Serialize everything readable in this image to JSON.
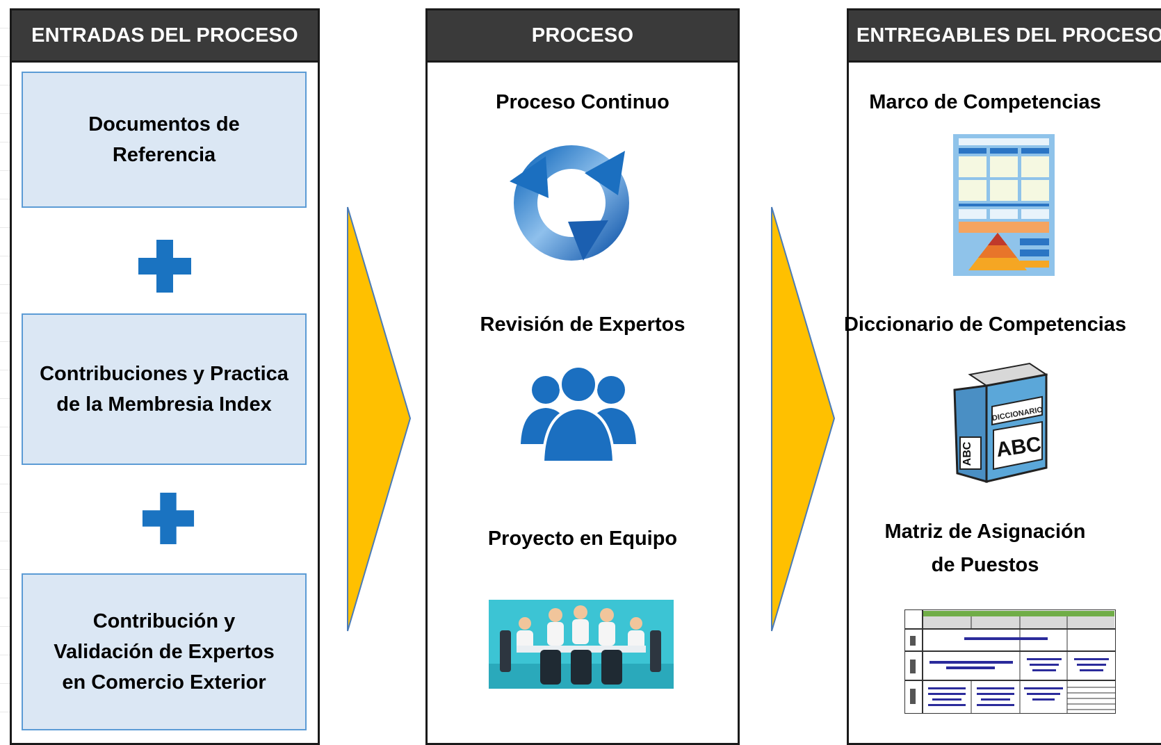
{
  "inputs": {
    "header": "ENTRADAS DEL PROCESO",
    "items": [
      {
        "line1": "Documentos de",
        "line2": "Referencia"
      },
      {
        "line1": "Contribuciones y Practica",
        "line2": "de la Membresia Index"
      },
      {
        "line1": "Contribución y",
        "line2": "Validación de Expertos",
        "line3": "en Comercio Exterior"
      }
    ]
  },
  "process": {
    "header": "PROCESO",
    "items": [
      {
        "title": "Proceso Continuo",
        "icon": "cycle-arrows-icon"
      },
      {
        "title": "Revisión de Expertos",
        "icon": "people-group-icon"
      },
      {
        "title": "Proyecto en Equipo",
        "icon": "team-meeting-icon"
      }
    ]
  },
  "deliverables": {
    "header": "ENTREGABLES DEL PROCESO",
    "items": [
      {
        "title": "Marco de Competencias",
        "icon": "framework-chart-icon"
      },
      {
        "title": "Diccionario de Competencias",
        "icon": "dictionary-book-icon",
        "book_label": "DICCIONARIO",
        "cover_text": "ABC",
        "spine_text": "ABC"
      },
      {
        "title_line1": "Matriz de Asignación",
        "title_line2": "de Puestos",
        "icon": "assignment-matrix-icon"
      }
    ]
  },
  "colors": {
    "header_bg": "#3a3a3a",
    "input_box_bg": "#dbe7f4",
    "input_box_border": "#5b9bd5",
    "plus": "#1a73c1",
    "arrow": "#ffc000",
    "icon_blue": "#1b6fc0"
  }
}
